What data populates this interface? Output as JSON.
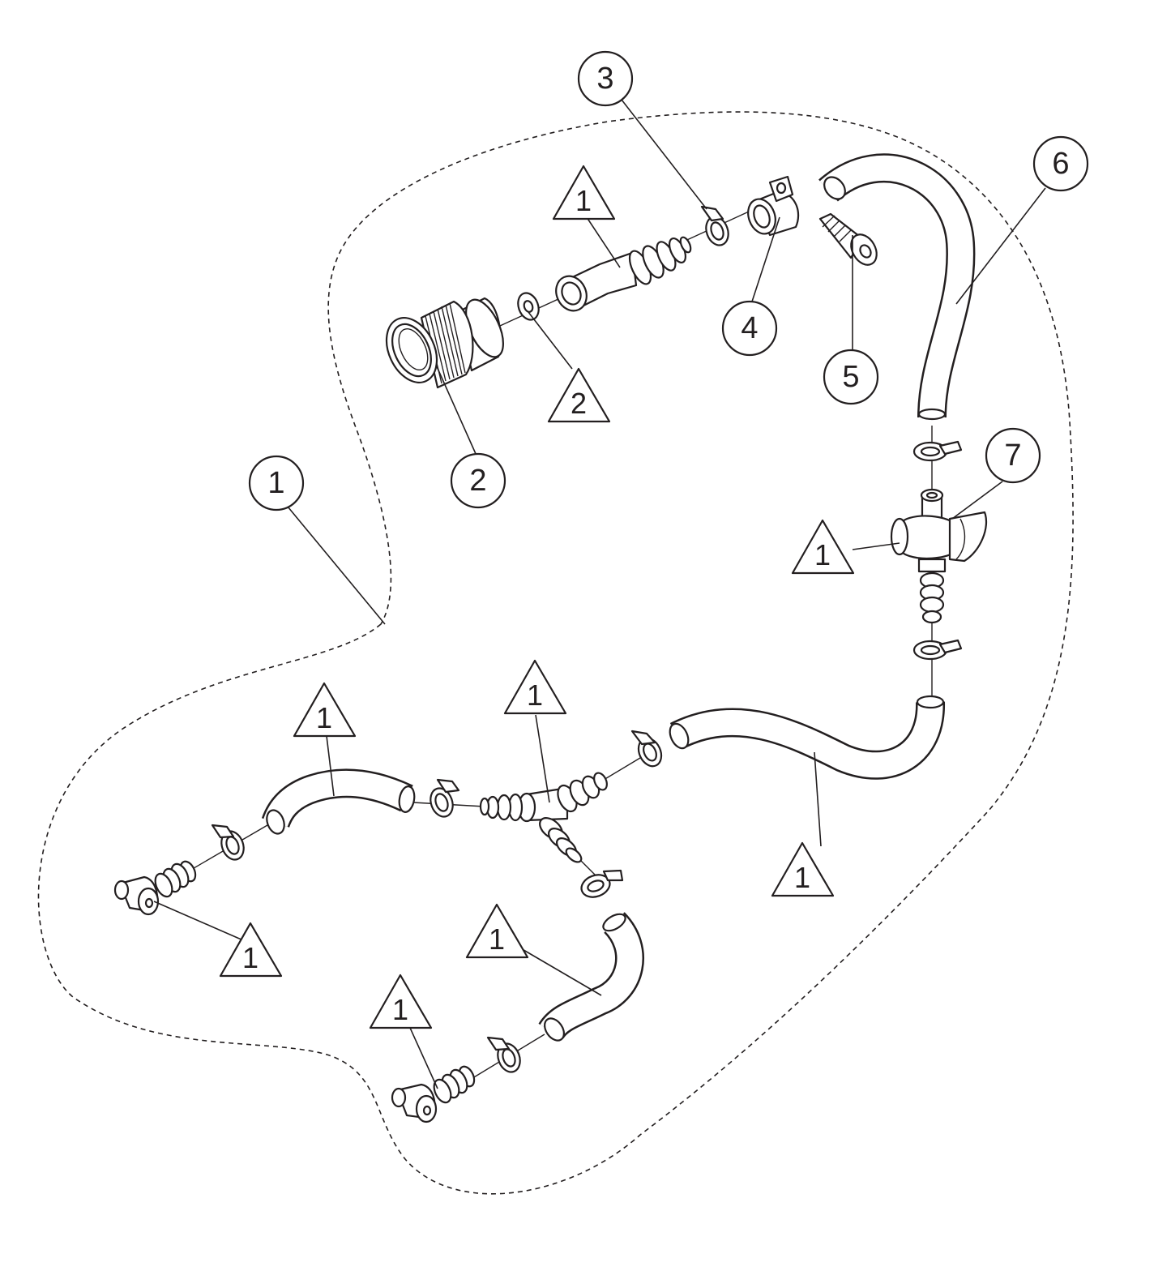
{
  "callouts": {
    "c1": "1",
    "c2": "2",
    "c3": "3",
    "c4": "4",
    "c5": "5",
    "c6": "6",
    "c7": "7"
  },
  "triangles": {
    "t_top": "1",
    "t_washer": "2",
    "t_valve": "1",
    "t_hose_left": "1",
    "t_tee": "1",
    "t_hose_right": "1",
    "t_elbow_left": "1",
    "t_hose_bottom": "1",
    "t_elbow_bottom": "1"
  }
}
